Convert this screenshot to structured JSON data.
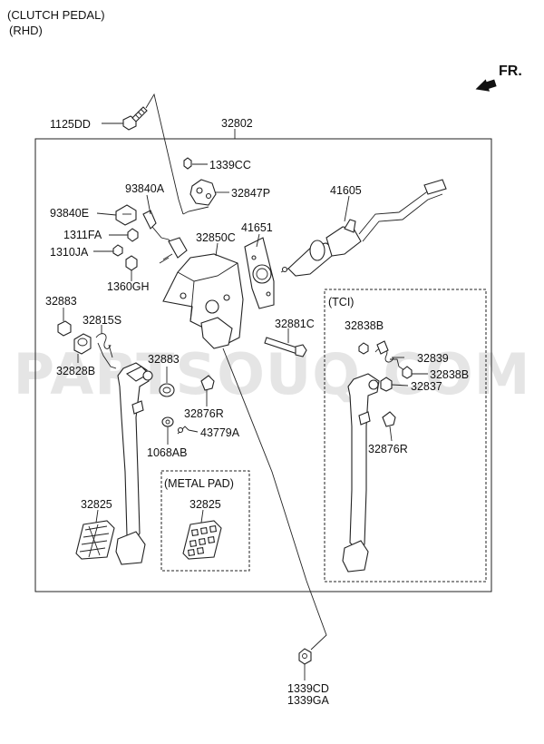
{
  "header": {
    "line1": "(CLUTCH PEDAL)",
    "line2": "(RHD)"
  },
  "direction": {
    "label": "FR."
  },
  "watermark": "PARTSOUQ.COM",
  "boxes": {
    "tci": "(TCI)",
    "metal_pad": "(METAL PAD)"
  },
  "labels": {
    "p1125DD": "1125DD",
    "p32802": "32802",
    "p1339CC": "1339CC",
    "p93840A": "93840A",
    "p32847P": "32847P",
    "p93840E": "93840E",
    "p41605": "41605",
    "p41651": "41651",
    "p1311FA": "1311FA",
    "p32850C": "32850C",
    "p1310JA": "1310JA",
    "p1360GH": "1360GH",
    "p32883a": "32883",
    "p32815S": "32815S",
    "p32881C": "32881C",
    "p32838Ba": "32838B",
    "p32839": "32839",
    "p32838Bb": "32838B",
    "p32828B": "32828B",
    "p32883b": "32883",
    "p32837": "32837",
    "p32876Ra": "32876R",
    "p43779A": "43779A",
    "p32876Rb": "32876R",
    "p1068AB": "1068AB",
    "p32825a": "32825",
    "p32825b": "32825",
    "p1339CD": "1339CD",
    "p1339GA": "1339GA"
  }
}
